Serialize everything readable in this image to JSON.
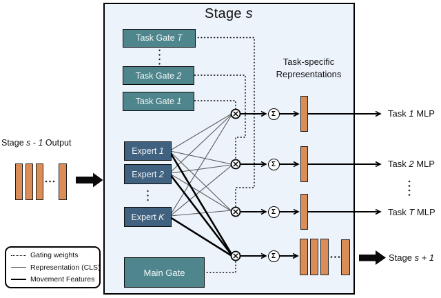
{
  "colors": {
    "stage_background": "#edf3fb",
    "gate_fill": "#4f868d",
    "expert_fill": "#406280",
    "bar_fill": "#db8d58",
    "thin_line": "#5a5a5a",
    "thick_line": "#000000"
  },
  "stage": {
    "title_pre": "Stage ",
    "title_em": "s"
  },
  "input": {
    "pre": "Stage ",
    "em1": "s",
    "mid": " - ",
    "em2": "1",
    "post": " Output"
  },
  "task_gates": [
    {
      "pre": "Task Gate ",
      "em": "T"
    },
    {
      "pre": "Task Gate ",
      "em": "2"
    },
    {
      "pre": "Task Gate ",
      "em": "1"
    }
  ],
  "experts": [
    {
      "pre": "Expert ",
      "em": "1"
    },
    {
      "pre": "Expert ",
      "em": "2"
    },
    {
      "pre": "Expert ",
      "em": "K"
    }
  ],
  "main_gate": {
    "label": "Main Gate"
  },
  "representations": {
    "heading_line1": "Task-specific",
    "heading_line2": "Representations"
  },
  "sum_symbol": "Σ",
  "outputs": [
    {
      "pre": "Task ",
      "em": "1",
      "post": " MLP"
    },
    {
      "pre": "Task ",
      "em": "2",
      "post": " MLP"
    },
    {
      "pre": "Task ",
      "em": "T",
      "post": " MLP"
    }
  ],
  "next_stage": {
    "pre": "Stage ",
    "em1": "s",
    "mid": " + ",
    "em2": "1"
  },
  "legend": {
    "items": [
      {
        "label": "Gating weights"
      },
      {
        "label": "Representation (CLS)"
      },
      {
        "label": "Movement Features"
      }
    ]
  }
}
